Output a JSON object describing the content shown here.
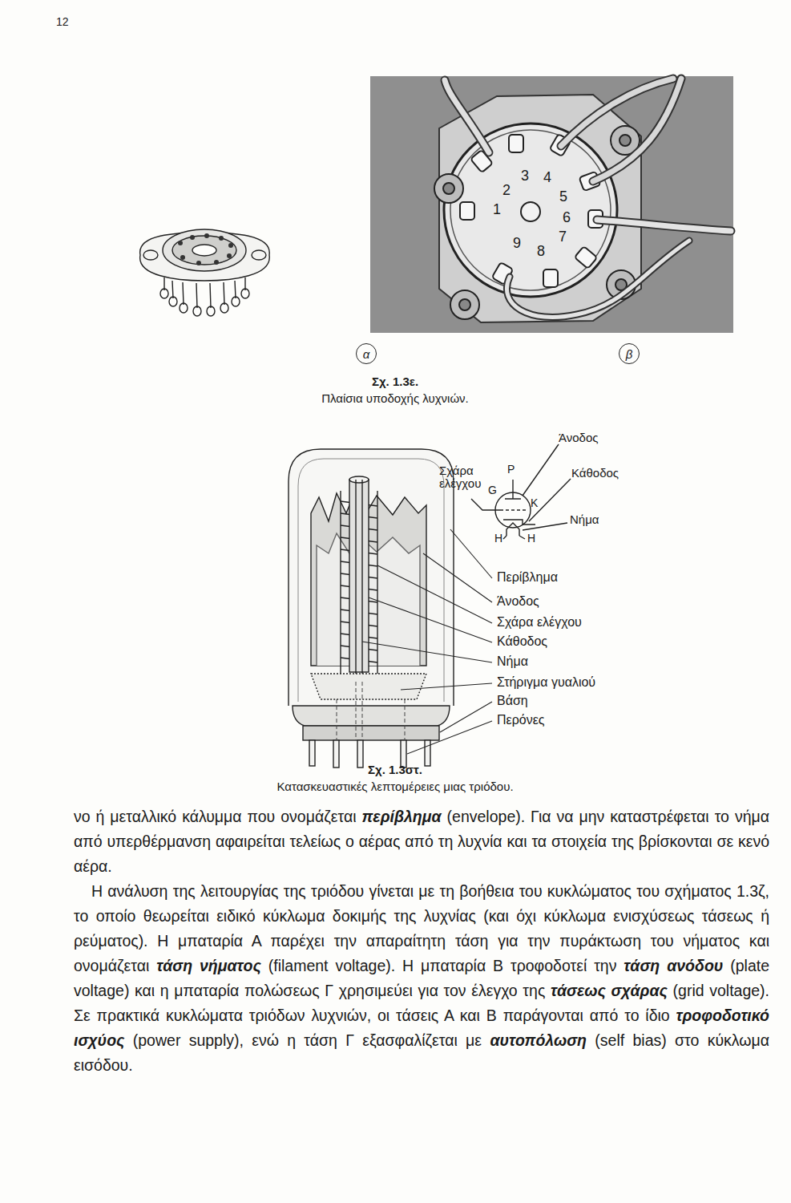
{
  "diagram": {
    "nodes": [
      {
        "text": [
          "α"
        ]
      },
      {
        "text": [
          "β"
        ]
      }
    ],
    "labels": [
      "12",
      "1",
      "2",
      "3",
      "4",
      "5",
      "6",
      "7",
      "8",
      "9",
      "Σχ. 1.3ε.",
      "Πλαίσια υποδοχής λυχνιών.",
      "Άνοδος",
      "Σχάρα ελέγχου",
      "P",
      "G",
      "Κάθοδος",
      "K",
      "Νήμα",
      "H",
      "H",
      "Περίβλημα",
      "Άνοδος",
      "Σχάρα ελέγχου",
      "Κάθοδος",
      "Νήμα",
      "Στήριγμα γυαλιού",
      "Βάση",
      "Περόνες",
      "Σχ. 1.3στ.",
      "Κατασκευαστικές λεπτομέρειες μιας τριόδου.",
      "νο ή μεταλλικό κάλυμμα που ονομάζεται",
      "περίβλημα",
      "(envelope). Για να μην καταστρέφεται το νήμα από υπερθέρμανση αφαιρείται τελείως ο αέρας από τη λυχνία και τα στοιχεία της βρίσκονται σε κενό αέρα.",
      "Η ανάλυση της λειτουργίας της τριόδου γίνεται με τη βοήθεια του κυκλώματος του σχήματος 1.3ζ, το οποίο θεωρείται ειδικό κύκλωμα δοκιμής της λυχνίας (και όχι κύκλωμα ενισχύσεως τάσεως ή ρεύματος). Η μπαταρία Α παρέχει την απαραίτητη τάση για την πυράκτωση του νήματος και ονομάζεται",
      "τάση νήματος",
      "(filament voltage). Η μπαταρία Β τροφοδοτεί την",
      "τάση ανόδου",
      "(plate voltage) και η μπαταρία πολώσεως Γ χρησιμεύει για τον έλεγχο της",
      "τάσεως σχάρας",
      "(grid voltage). Σε πρακτικά κυκλώματα τριόδων λυχνιών, οι τάσεις Α και Β παράγονται από το ίδιο",
      "τροφοδοτικό ισχύος",
      "(power supply), ενώ η τάση Γ εξασφαλίζεται με",
      "αυτοπόλωση",
      "(self bias) στο κύκλωμα εισόδου."
    ]
  }
}
